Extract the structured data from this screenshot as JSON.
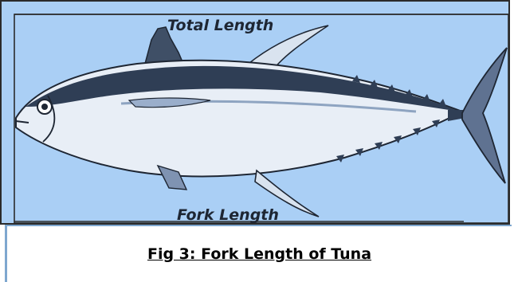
{
  "figure": {
    "top_label": "Total Length",
    "bottom_label": "Fork Length",
    "subject": "tuna-fish-illustration",
    "background_color": "#aacff5",
    "outline_color": "#2b2b2b"
  },
  "caption": {
    "text": "Fig 3: Fork Length of Tuna",
    "accent_color": "#7ea7cf"
  }
}
